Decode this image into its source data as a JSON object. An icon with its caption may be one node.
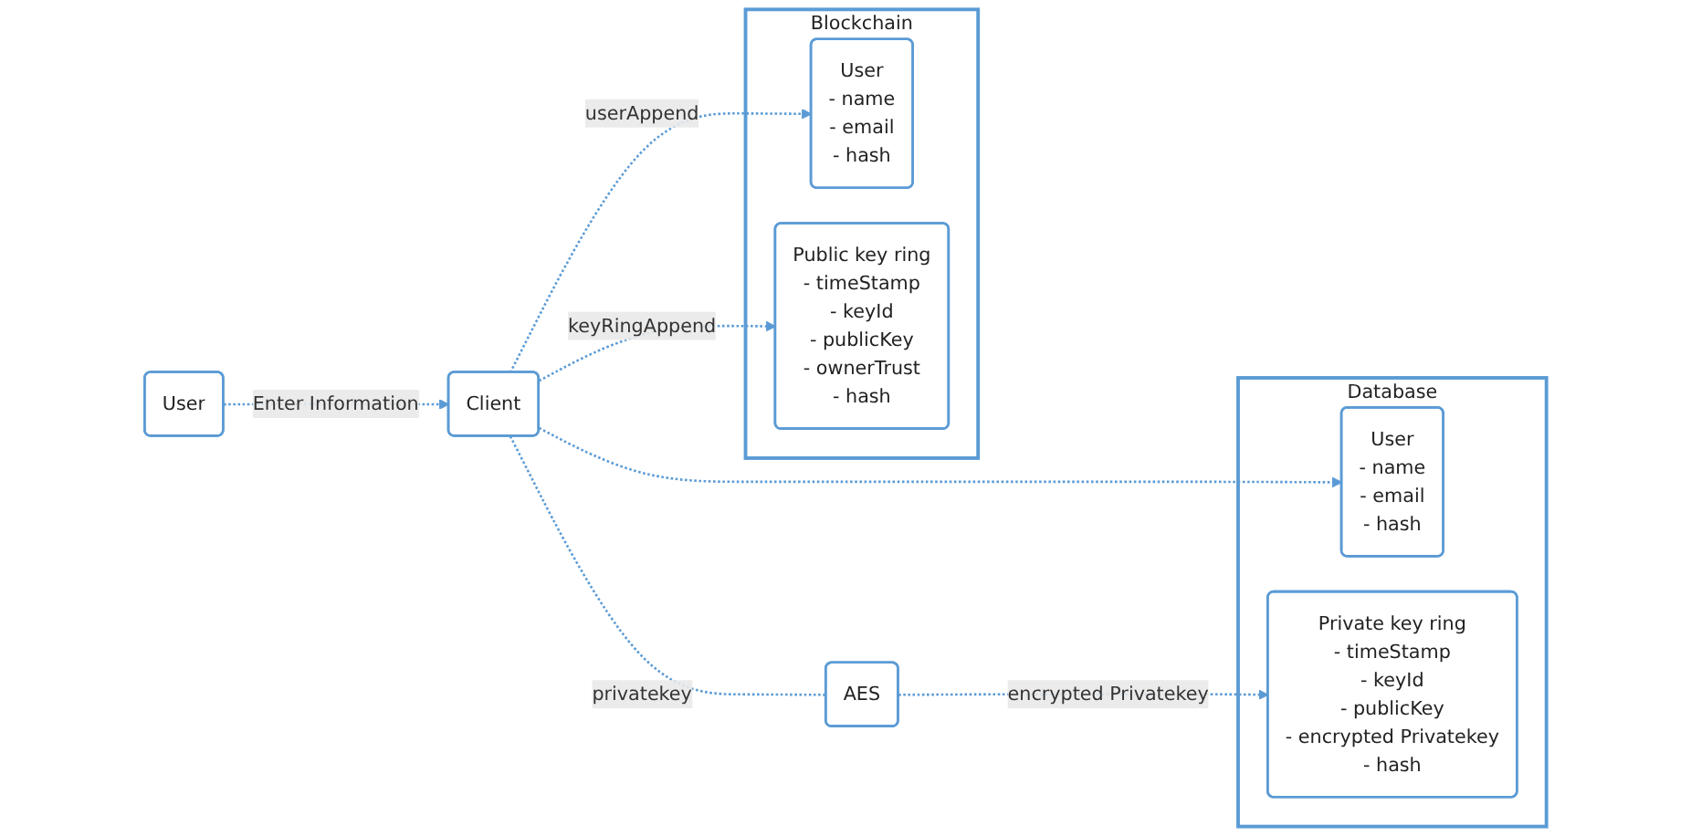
{
  "diagram": {
    "nodes": [
      {
        "text": [
          "User"
        ]
      },
      {
        "text": [
          "Blockchain"
        ]
      },
      {
        "text": [
          "User",
          "- name",
          "- email",
          "- hash"
        ],
        "in": 1
      },
      {
        "text": [
          "Public key ring",
          "- timeStamp",
          "- keyId",
          "- publicKey",
          "- ownerTrust",
          "- hash"
        ],
        "in": 1
      },
      {
        "text": [
          "Client"
        ]
      },
      {
        "text": [
          "Database"
        ]
      },
      {
        "text": [
          "User",
          "- name",
          "- email",
          "- hash"
        ],
        "in": 5
      },
      {
        "text": [
          "Private key ring",
          "- timeStamp",
          "- keyId",
          "- publicKey",
          "- encrypted Privatekey",
          "- hash"
        ],
        "in": 5
      },
      {
        "text": [
          "AES"
        ]
      }
    ],
    "edges": [
      {
        "from": 0,
        "to": 4,
        "arrow": "to",
        "label": "Enter Information",
        "style": "dashed"
      },
      {
        "from": 4,
        "to": 2,
        "arrow": "to",
        "label": "userAppend",
        "style": "dashed"
      },
      {
        "from": 4,
        "to": 3,
        "arrow": "to",
        "label": "keyRingAppend",
        "style": "dashed"
      },
      {
        "from": 4,
        "to": 6,
        "arrow": "to",
        "style": "dashed"
      },
      {
        "from": 4,
        "to": 8,
        "arrow": "none",
        "label": "privatekey",
        "style": "dashed"
      },
      {
        "from": 8,
        "to": 7,
        "arrow": "to",
        "label": "encrypted Privatekey",
        "style": "dashed"
      }
    ]
  }
}
